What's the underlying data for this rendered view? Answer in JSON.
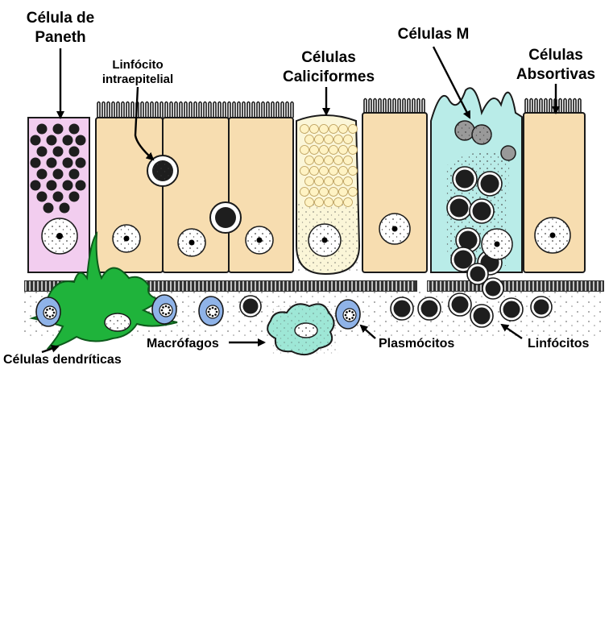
{
  "labels": {
    "paneth_line1": "Célula de",
    "paneth_line2": "Paneth",
    "iel_line1": "Linfócito",
    "iel_line2": "intraepitelial",
    "goblet_line1": "Células",
    "goblet_line2": "Caliciformes",
    "m_cells": "Células M",
    "absorptive_line1": "Células",
    "absorptive_line2": "Absortivas",
    "dendritic": "Células dendríticas",
    "macrophages": "Macrófagos",
    "plasma_cells": "Plasmócitos",
    "lymphocytes": "Linfócitos"
  },
  "colors": {
    "paneth": "#f2cdef",
    "absorptive": "#f7ddb0",
    "goblet": "#fbf6d8",
    "m_cell": "#b9ece8",
    "dendritic": "#1fb33b",
    "macrophage": "#9ee7d6",
    "plasma": "#8fb3e8",
    "granule": "#1e1e1e",
    "basement": "#333333"
  }
}
